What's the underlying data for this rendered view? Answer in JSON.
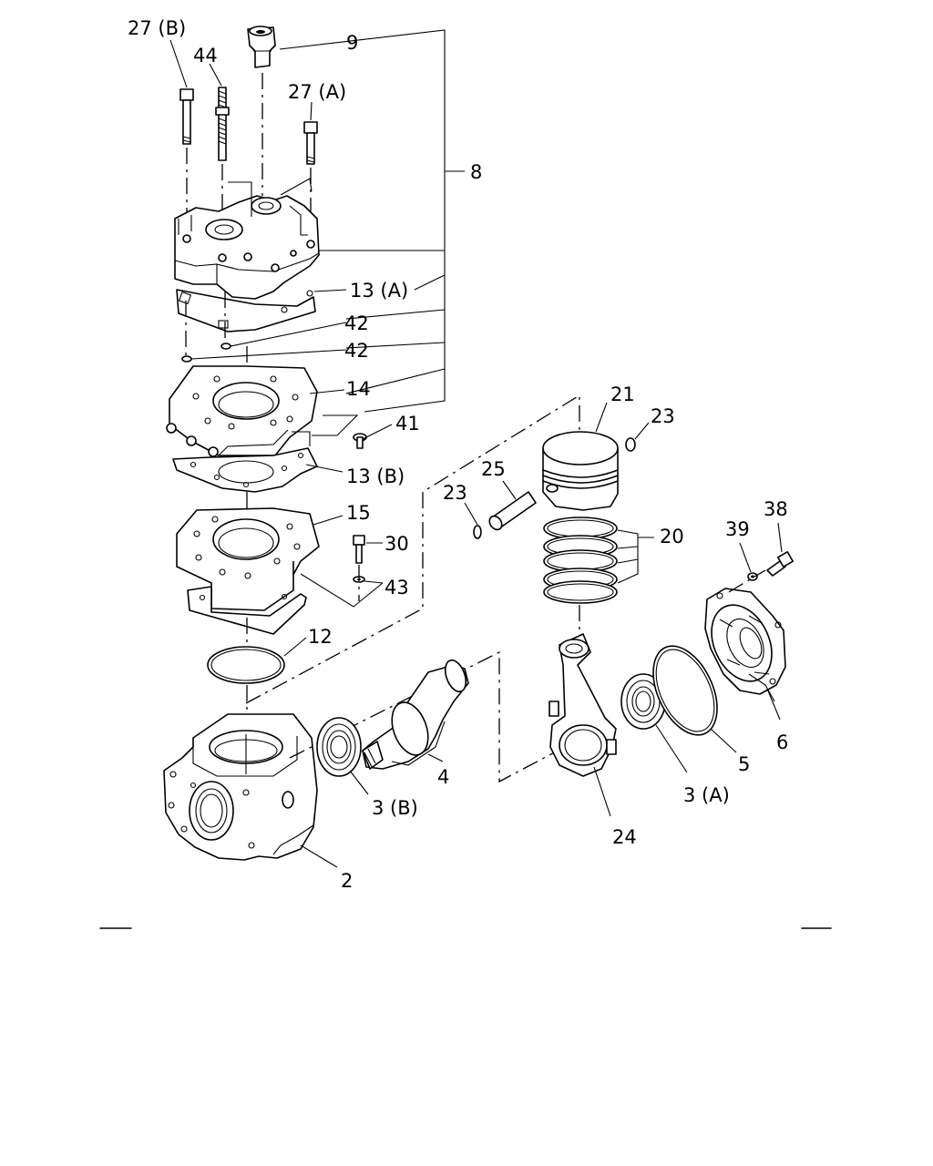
{
  "callouts": {
    "c27b": "27 (B)",
    "c44": "44",
    "c9": "9",
    "c27a": "27 (A)",
    "c8": "8",
    "c13a": "13 (A)",
    "c42a": "42",
    "c42b": "42",
    "c14": "14",
    "c41": "41",
    "c13b": "13 (B)",
    "c21": "21",
    "c23a": "23",
    "c25": "25",
    "c23b": "23",
    "c15": "15",
    "c30": "30",
    "c20": "20",
    "c38": "38",
    "c39": "39",
    "c43": "43",
    "c12": "12",
    "c4": "4",
    "c3b": "3 (B)",
    "c5": "5",
    "c6": "6",
    "c3a": "3 (A)",
    "c24": "24",
    "c2": "2"
  }
}
